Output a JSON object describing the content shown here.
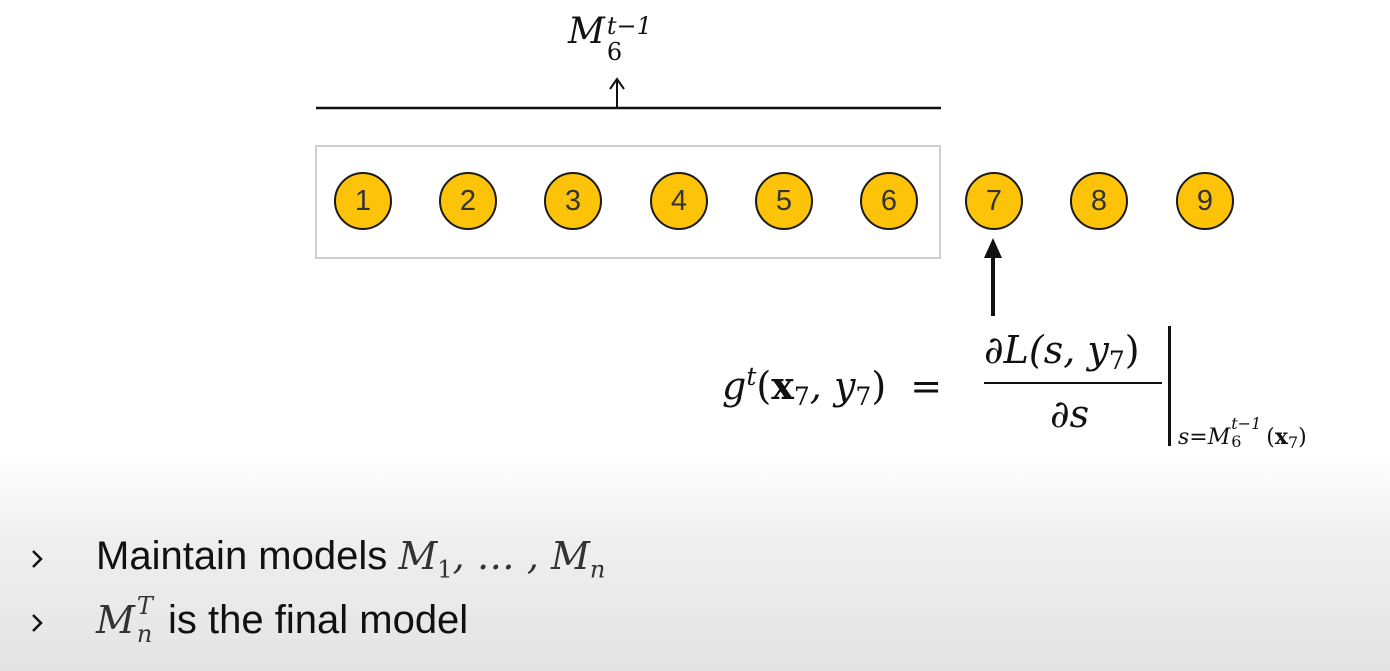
{
  "top_label": {
    "base": "M",
    "sup": "t−1",
    "sub": "6"
  },
  "circles": [
    "1",
    "2",
    "3",
    "4",
    "5",
    "6",
    "7",
    "8",
    "9"
  ],
  "formula": {
    "lhs_func": "g",
    "lhs_sup": "t",
    "lhs_args_open": "(",
    "lhs_x": "x",
    "lhs_x_sub": "7",
    "lhs_comma": ", ",
    "lhs_y": "y",
    "lhs_y_sub": "7",
    "lhs_args_close": ")",
    "equals": "=",
    "numerator": "∂L(s, y",
    "numerator_sub": "7",
    "numerator_close": ")",
    "denominator": "∂s",
    "eval_prefix": "s=M",
    "eval_sup": "t−1",
    "eval_sub": "6",
    "eval_suffix_open": "(",
    "eval_x": "x",
    "eval_x_sub": "7",
    "eval_suffix_close": ")"
  },
  "bullets": [
    {
      "text": "Maintain models ",
      "math": "M",
      "math_sub1": "1",
      "math_mid": ", … , M",
      "math_sub2": "n"
    },
    {
      "math": "M",
      "math_sup": "T",
      "math_sub": "n",
      "text": " is the final model"
    }
  ]
}
